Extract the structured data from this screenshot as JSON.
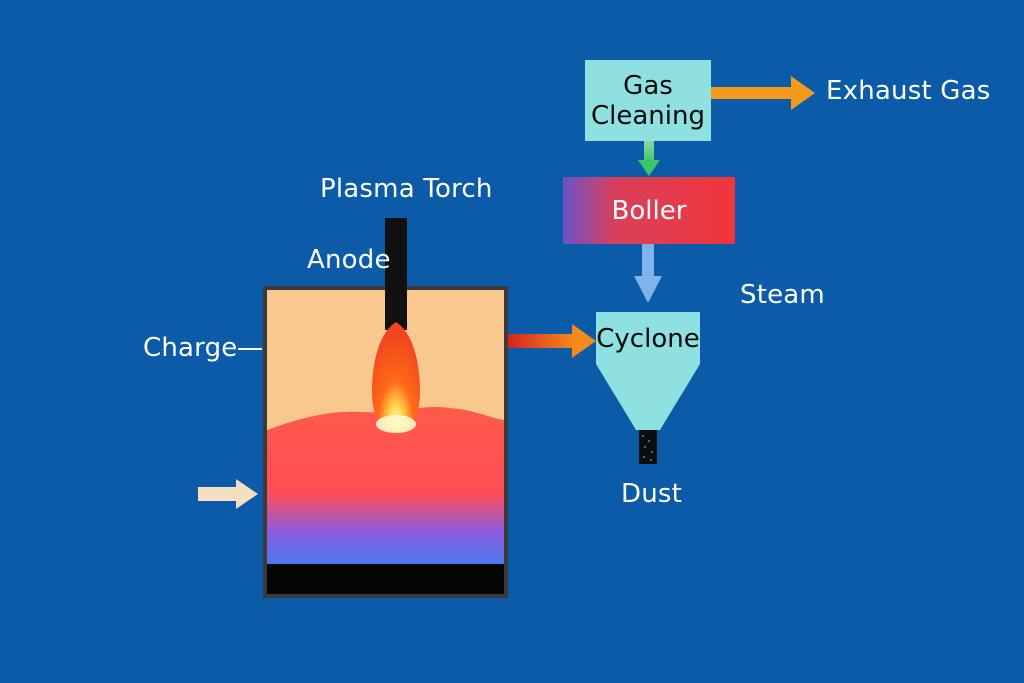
{
  "diagram": {
    "plasma_torch_label": "Plasma Torch",
    "anode_label": "Anode",
    "charge_label": "Charge",
    "gas_cleaning_label_line1": "Gas",
    "gas_cleaning_label_line2": "Cleaning",
    "exhaust_gas_label": "Exhaust Gas",
    "boiler_label": "Boller",
    "steam_label": "Steam",
    "cyclone_label": "Cyclone",
    "dust_label": "Dust"
  },
  "colors": {
    "background": "#0b5ba8",
    "gas_cleaning_fill": "#8fe0e0",
    "cyclone_fill": "#8fe0e0",
    "exhaust_arrow": "#f39a1c",
    "flow_arrow_green": "#4fc97a",
    "flow_arrow_blue": "#7fb4ea",
    "furnace_outlet_arrow": "#f07a1a",
    "charge_feed_arrow": "#f6dfc1"
  }
}
